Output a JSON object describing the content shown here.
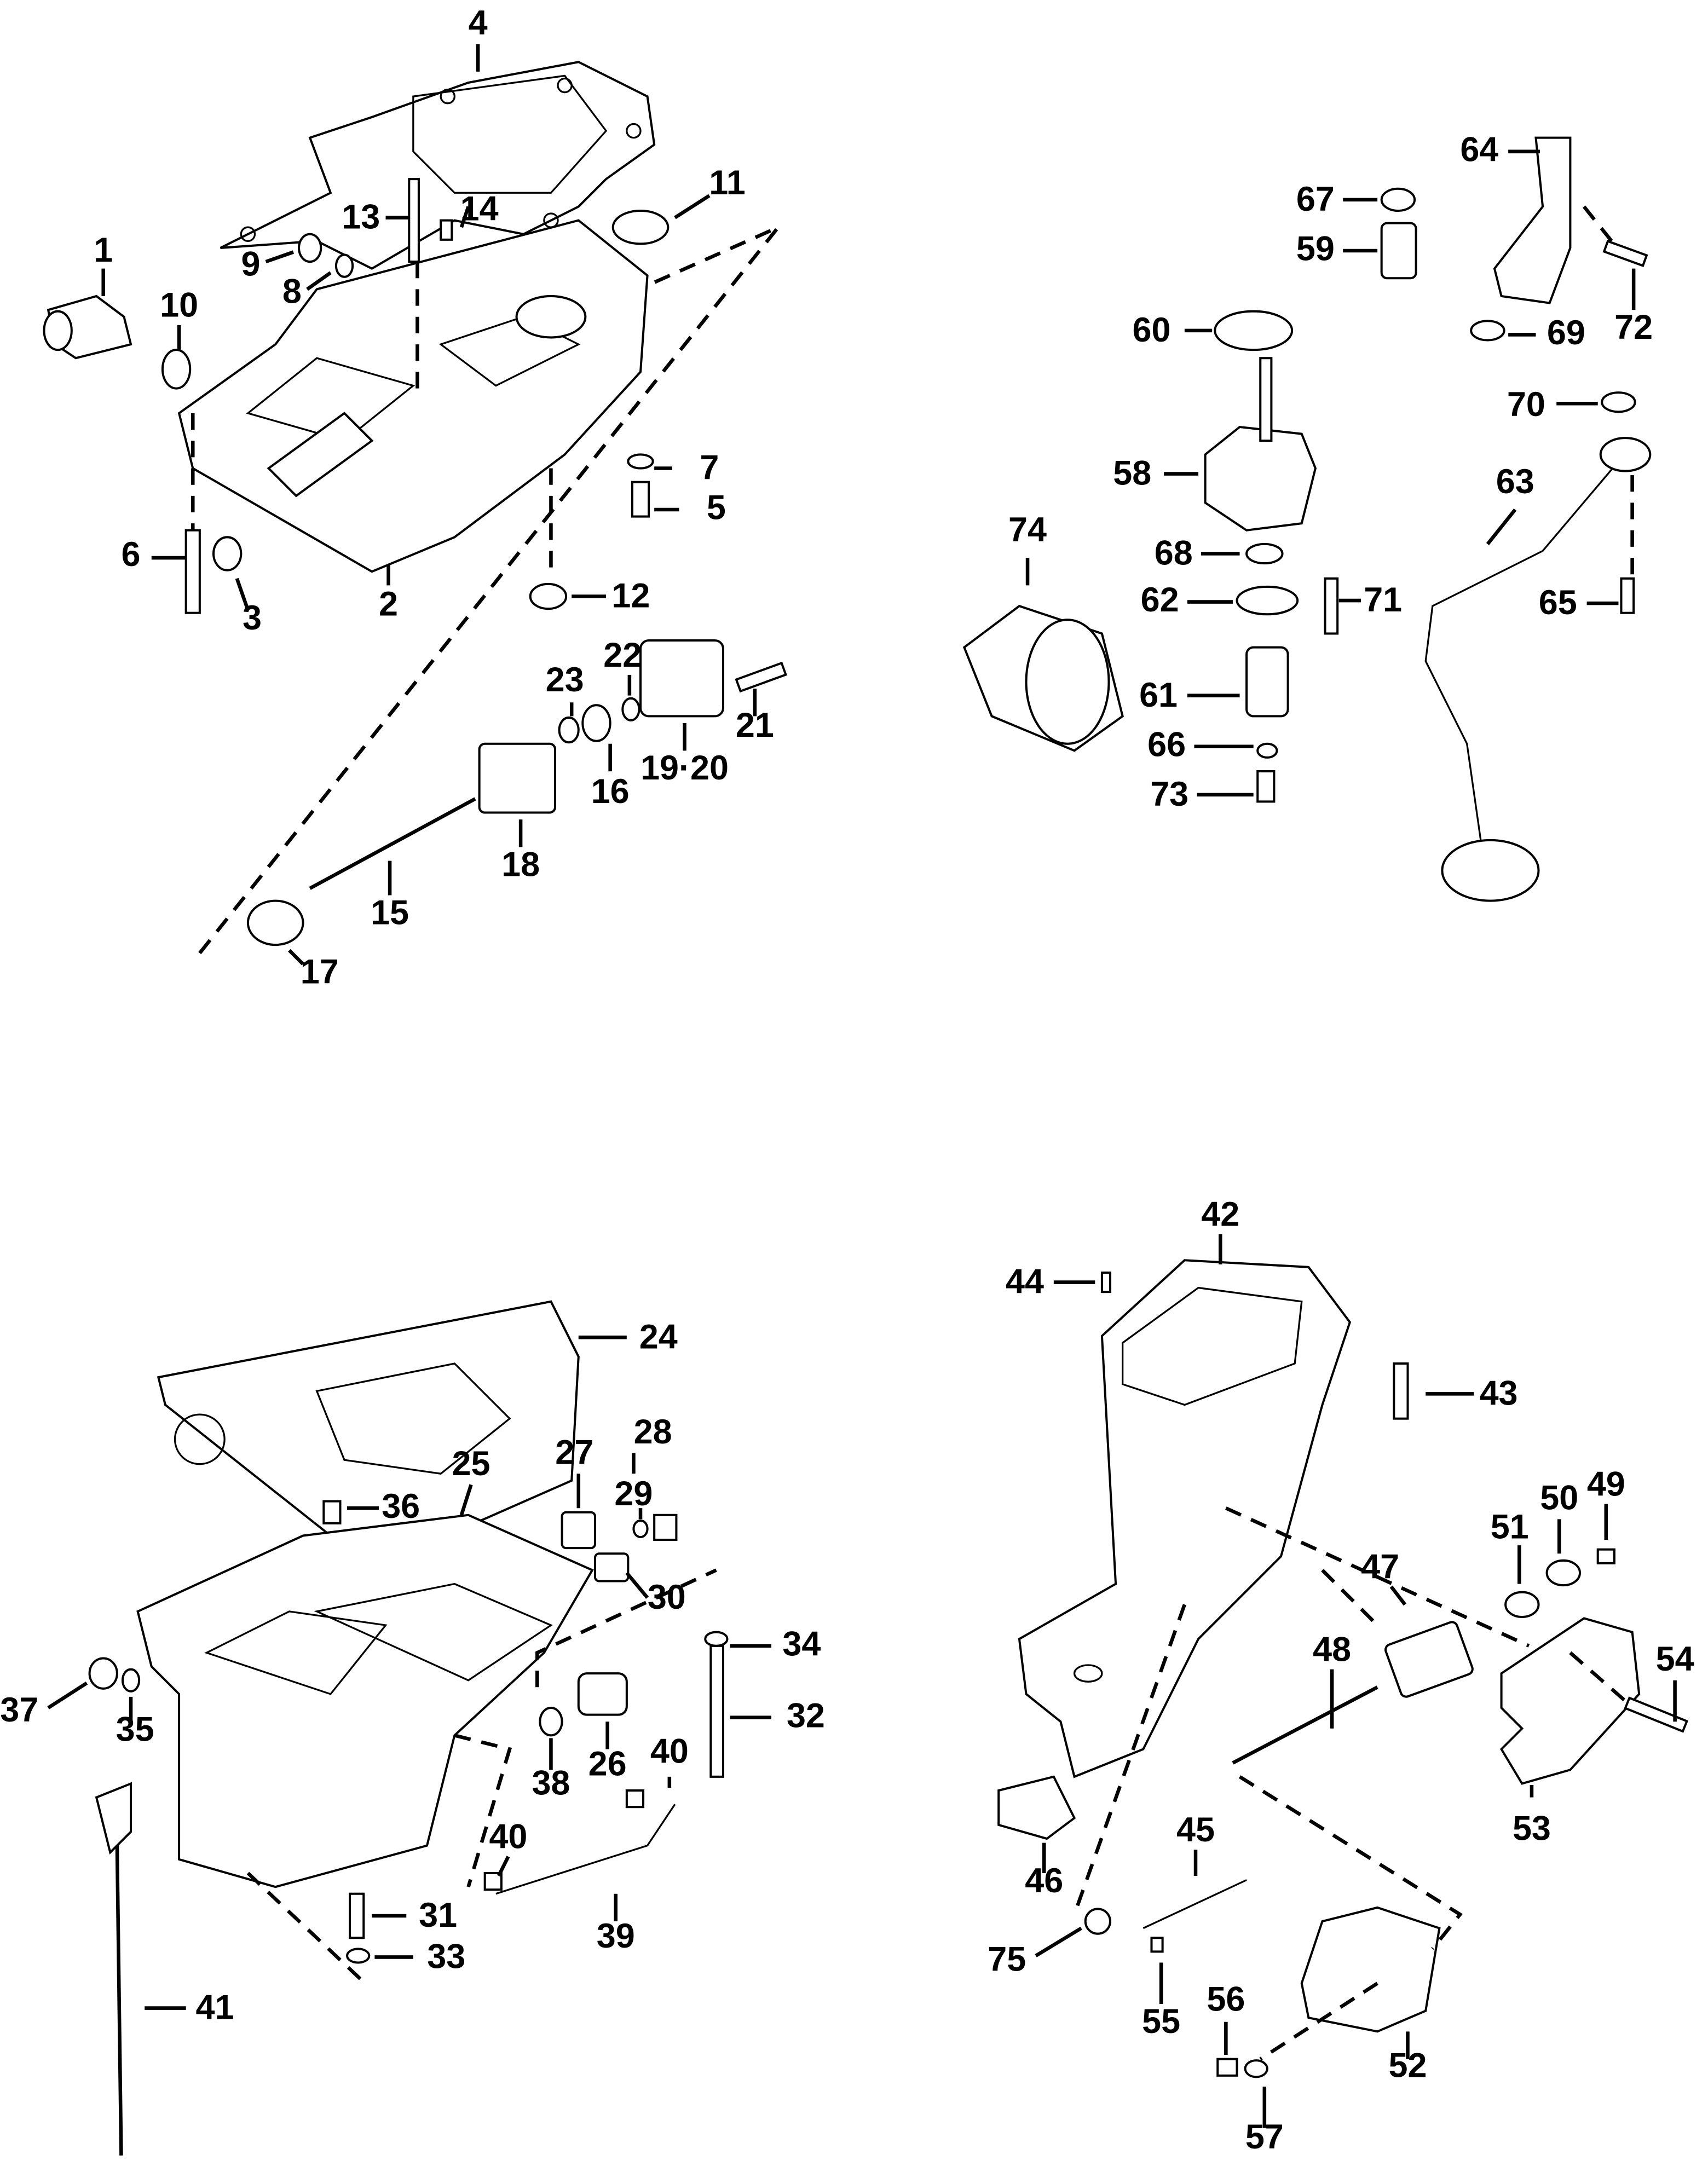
{
  "diagram": {
    "ink_color": "#000000",
    "background": "#ffffff",
    "groups": [
      {
        "name": "oil-pan-adapter",
        "labels": [
          "1",
          "10",
          "9",
          "8",
          "13",
          "14",
          "4",
          "11",
          "7",
          "5",
          "6",
          "3",
          "2",
          "12",
          "23",
          "22",
          "21",
          "16",
          "19·20",
          "18",
          "15",
          "17"
        ]
      },
      {
        "name": "oil-pump-and-filter",
        "labels": [
          "64",
          "67",
          "59",
          "72",
          "69",
          "60",
          "70",
          "58",
          "63",
          "74",
          "68",
          "62",
          "71",
          "65",
          "61",
          "66",
          "73"
        ]
      },
      {
        "name": "oil-pan",
        "labels": [
          "24",
          "28",
          "27",
          "29",
          "25",
          "36",
          "30",
          "34",
          "37",
          "32",
          "35",
          "26",
          "40",
          "38",
          "40",
          "39",
          "31",
          "33",
          "41"
        ]
      },
      {
        "name": "drive-shaft-housing",
        "labels": [
          "42",
          "44",
          "43",
          "49",
          "50",
          "51",
          "47",
          "48",
          "54",
          "53",
          "45",
          "46",
          "75",
          "55",
          "56",
          "52",
          "57"
        ]
      }
    ]
  }
}
